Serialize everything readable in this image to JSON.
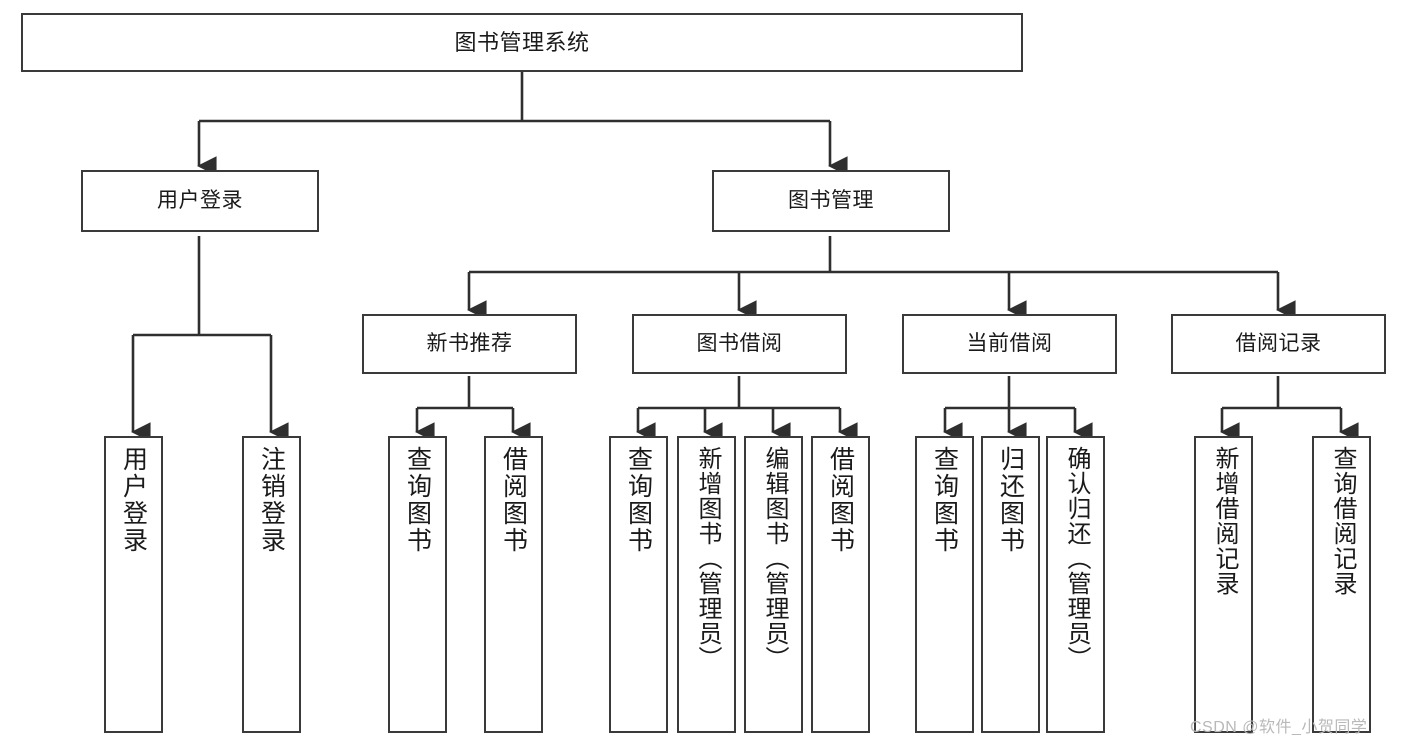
{
  "diagram": {
    "title": "图书管理系统",
    "type": "tree-structure-chart",
    "watermark": "CSDN @软件_小贺同学",
    "colors": {
      "box_border": "#3a3a3a",
      "background": "#ffffff",
      "text": "#1a1a1a",
      "connector": "#2f2f2f",
      "watermark": "#b9b9b9"
    }
  },
  "nodes": {
    "root": {
      "label": "图书管理系统"
    },
    "level1": [
      {
        "id": "user-login",
        "label": "用户登录"
      },
      {
        "id": "book-manage",
        "label": "图书管理"
      }
    ],
    "level2": [
      {
        "id": "new-book-recommend",
        "label": "新书推荐"
      },
      {
        "id": "book-borrow",
        "label": "图书借阅"
      },
      {
        "id": "current-borrow",
        "label": "当前借阅"
      },
      {
        "id": "borrow-record",
        "label": "借阅记录"
      }
    ],
    "leaves": {
      "user_login": [
        {
          "id": "leaf-user-login",
          "label": "用户登录"
        },
        {
          "id": "leaf-logout-login",
          "label": "注销登录"
        }
      ],
      "new_book_recommend": [
        {
          "id": "leaf-query-book-1",
          "label": "查询图书"
        },
        {
          "id": "leaf-borrow-book-1",
          "label": "借阅图书"
        }
      ],
      "book_borrow": [
        {
          "id": "leaf-query-book-2",
          "label": "查询图书"
        },
        {
          "id": "leaf-add-book",
          "label": "新增图书（管理员）"
        },
        {
          "id": "leaf-edit-book",
          "label": "编辑图书（管理员）"
        },
        {
          "id": "leaf-borrow-book-2",
          "label": "借阅图书"
        }
      ],
      "current_borrow": [
        {
          "id": "leaf-query-book-3",
          "label": "查询图书"
        },
        {
          "id": "leaf-return-book",
          "label": "归还图书"
        },
        {
          "id": "leaf-confirm-return",
          "label": "确认归还（管理员）"
        }
      ],
      "borrow_record": [
        {
          "id": "leaf-add-record",
          "label": "新增借阅记录"
        },
        {
          "id": "leaf-query-record",
          "label": "查询借阅记录"
        }
      ]
    }
  }
}
